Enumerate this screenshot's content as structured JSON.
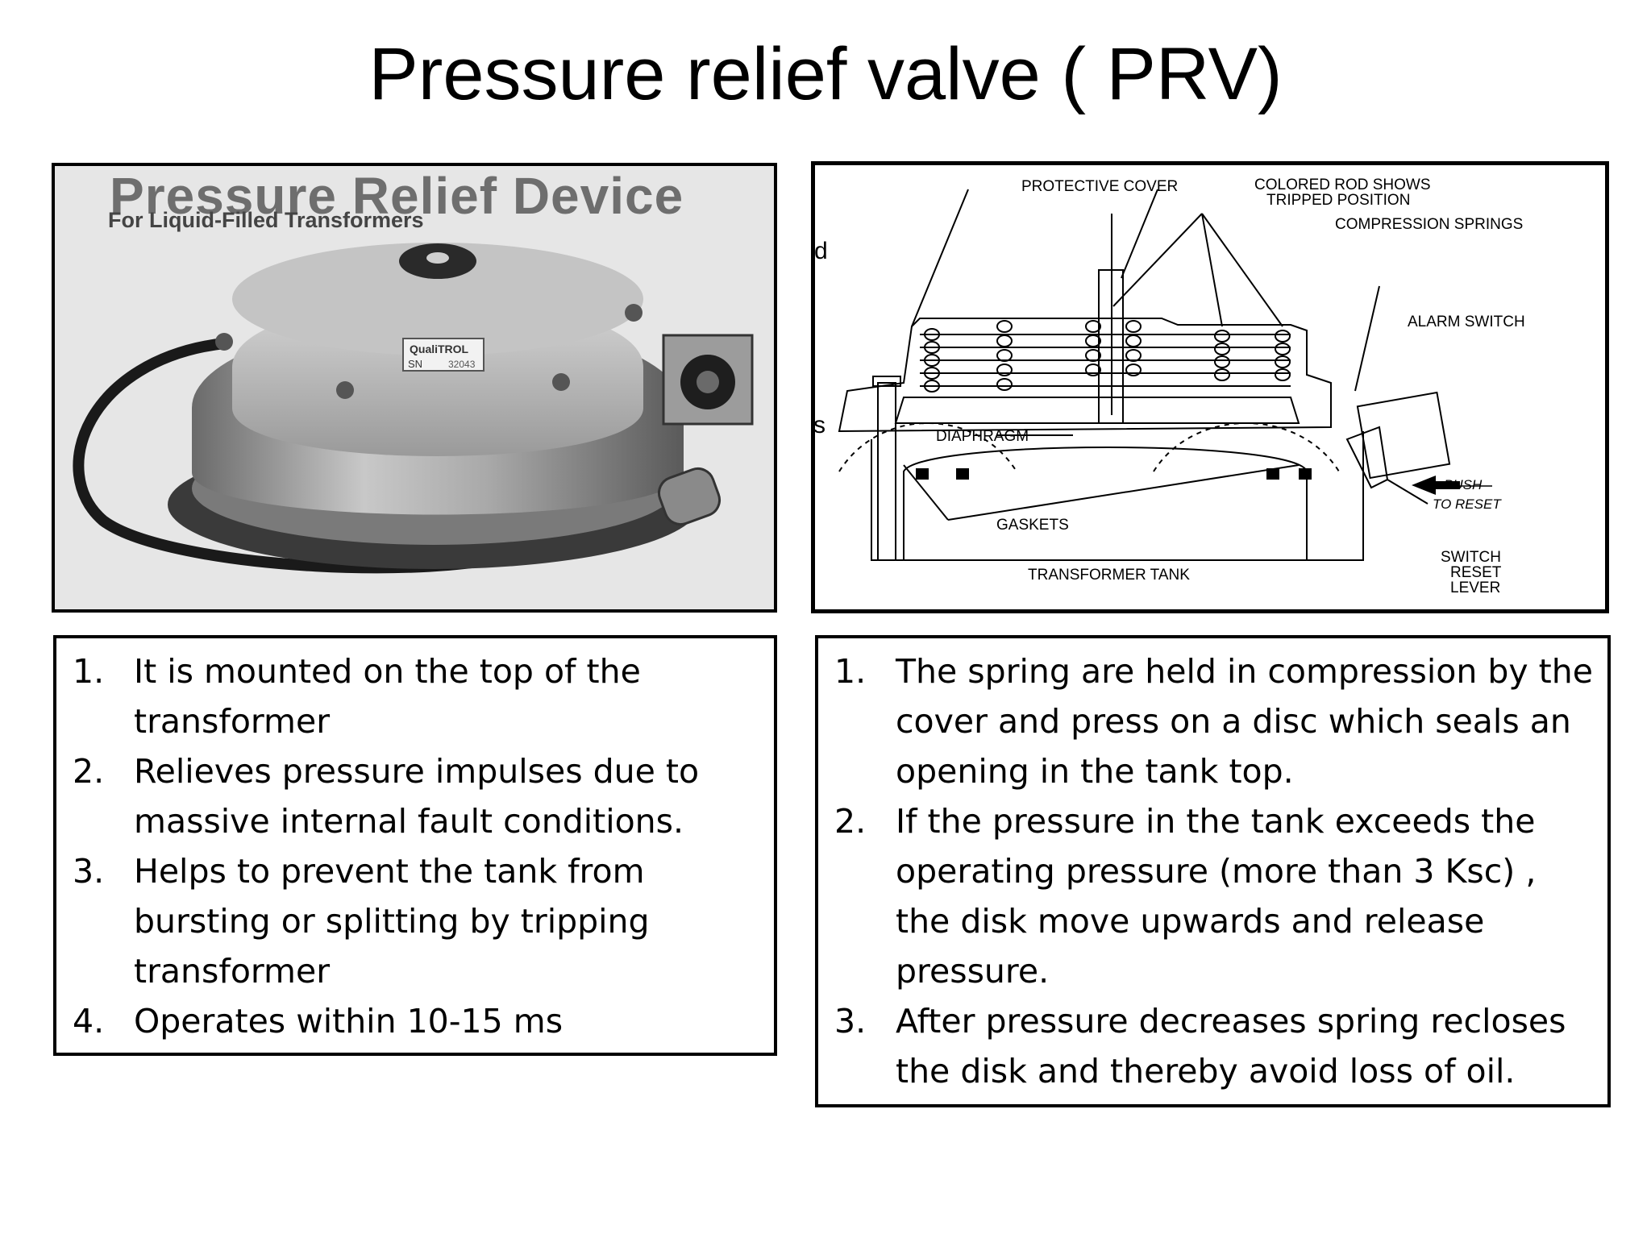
{
  "slide": {
    "title": "Pressure relief valve ( PRV)"
  },
  "photo": {
    "heading": "Pressure Relief Device",
    "subheading": "For Liquid-Filled Transformers",
    "nameplate_brand": "QualiTROL",
    "nameplate_serial_label": "SN",
    "nameplate_serial": "32043"
  },
  "diagram": {
    "labels": {
      "protective_cover": "PROTECTIVE COVER",
      "colored_rod_1": "COLORED ROD SHOWS",
      "colored_rod_2": "TRIPPED POSITION",
      "compression_springs": "COMPRESSION SPRINGS",
      "alarm_switch": "ALARM SWITCH",
      "diaphragm": "DIAPHRAGM",
      "push": "PUSH",
      "to_reset": "TO RESET",
      "gaskets": "GASKETS",
      "switch": "SWITCH",
      "reset": "RESET",
      "lever": "LEVER",
      "transformer_tank": "TRANSFORMER TANK",
      "stray_d": "d",
      "stray_s": "s"
    }
  },
  "left_list": {
    "items": [
      {
        "num": "1.",
        "text": "It is mounted on the top of the transformer"
      },
      {
        "num": "2.",
        "text": "Relieves pressure impulses due to massive internal fault conditions."
      },
      {
        "num": "3.",
        "text": "Helps to prevent the tank from bursting or splitting by tripping transformer"
      },
      {
        "num": "4.",
        "text": "Operates within 10-15 ms"
      }
    ]
  },
  "right_list": {
    "items": [
      {
        "num": "1.",
        "text": "The spring are held in compression by the cover and press on a disc which seals an opening in the tank top."
      },
      {
        "num": "2.",
        "text": "If the pressure in the tank exceeds the operating pressure (more than 3 Ksc) , the disk move upwards and release pressure."
      },
      {
        "num": "3.",
        "text": "After pressure decreases spring recloses the disk and thereby avoid loss of oil."
      }
    ]
  }
}
